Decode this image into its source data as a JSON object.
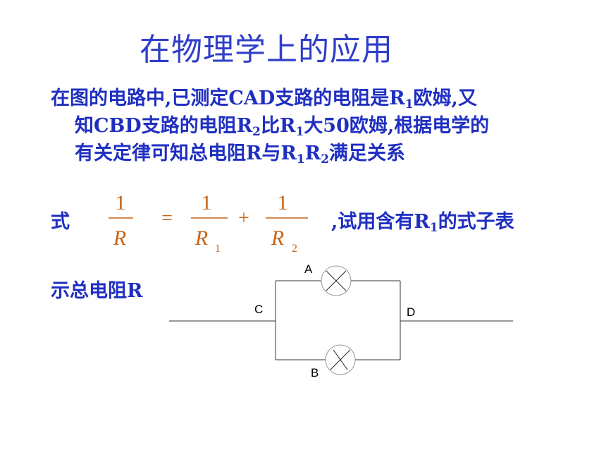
{
  "title": "在物理学上的应用",
  "problem": {
    "l1a": "在图的电路中,已测定CAD支路的电阻是R",
    "l1s": "1",
    "l1b": "欧姆,又",
    "l2a": "知CBD支路的电阻R",
    "l2s": "2",
    "l2b": "比R",
    "l2s2": "1",
    "l2c": "大50欧姆,根据电学的",
    "l3a": "有关定律可知总电阻R与R",
    "l3s": "1",
    "l3b": "R",
    "l3s2": "2",
    "l3c": "满足关系",
    "shi": "式",
    "tail_a": ",试用含有R",
    "tail_s": "1",
    "tail_b": "的式子表",
    "l5": "示总电阻R"
  },
  "formula": {
    "one": "1",
    "r": "R",
    "r1": "R",
    "r1_sub": "1",
    "r2": "R",
    "r2_sub": "2",
    "equals": "=",
    "plus": "+"
  },
  "circuit": {
    "label_a": "A",
    "label_b": "B",
    "label_c": "C",
    "label_d": "D"
  }
}
